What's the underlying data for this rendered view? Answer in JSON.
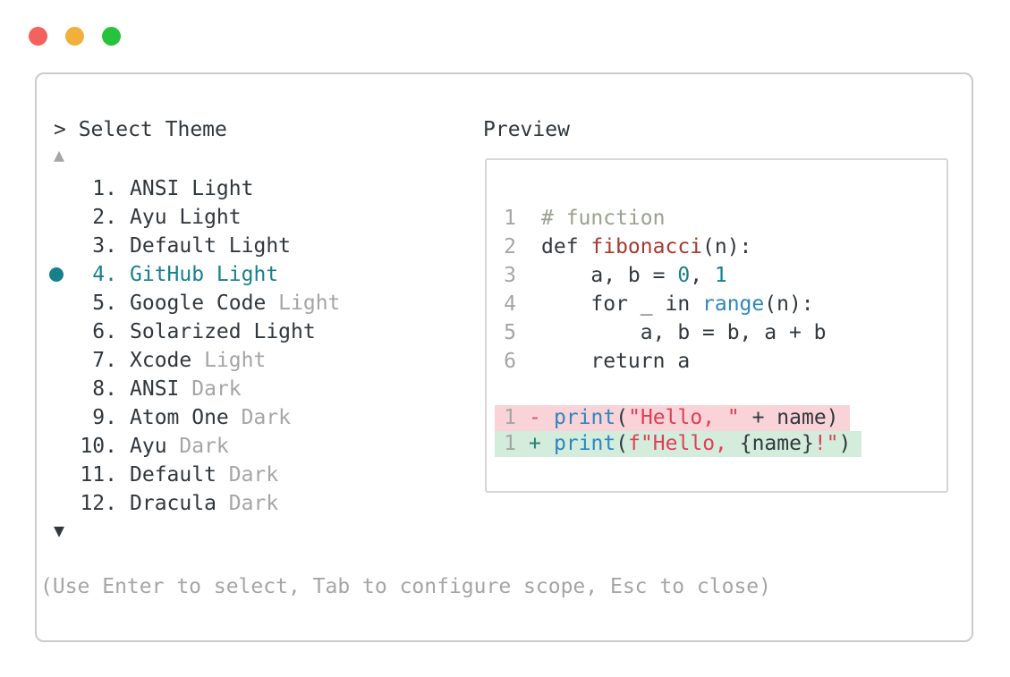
{
  "colors": {
    "text": "#31373c",
    "muted": "#a5a5a5",
    "selected": "#16808d",
    "panel_border": "#cbcbcb",
    "preview_border": "#d6d6d6",
    "traffic_red": "#f4615e",
    "traffic_yellow": "#f0b03b",
    "traffic_green": "#28c33d",
    "code_text": "#32383e",
    "comment": "#9aa18f",
    "function_name": "#a6392f",
    "number_literal": "#16808d",
    "builtin": "#2e86c1",
    "string": "#e23e57",
    "removed_sign": "#e25063",
    "added_sign": "#1f8272",
    "removed_bg": "#f9d3d7",
    "added_bg": "#d3ecdc",
    "line_number": "#a5a5a5"
  },
  "window": {
    "controls": [
      "close",
      "minimize",
      "zoom"
    ]
  },
  "theme_picker": {
    "prompt": "> Select Theme",
    "scroll_up_icon": "▲",
    "scroll_down_icon": "▼",
    "footer_hint": "(Use Enter to select, Tab to configure scope, Esc to close)",
    "items": [
      {
        "number": "1.",
        "main": "ANSI Light",
        "suffix": "",
        "selected": false
      },
      {
        "number": "2.",
        "main": "Ayu Light",
        "suffix": "",
        "selected": false
      },
      {
        "number": "3.",
        "main": "Default Light",
        "suffix": "",
        "selected": false
      },
      {
        "number": "4.",
        "main": "GitHub Light",
        "suffix": "",
        "selected": true
      },
      {
        "number": "5.",
        "main": "Google Code",
        "suffix": "Light",
        "selected": false
      },
      {
        "number": "6.",
        "main": "Solarized Light",
        "suffix": "",
        "selected": false
      },
      {
        "number": "7.",
        "main": "Xcode",
        "suffix": "Light",
        "selected": false
      },
      {
        "number": "8.",
        "main": "ANSI",
        "suffix": "Dark",
        "selected": false
      },
      {
        "number": "9.",
        "main": "Atom One",
        "suffix": "Dark",
        "selected": false
      },
      {
        "number": "10.",
        "main": "Ayu",
        "suffix": "Dark",
        "selected": false
      },
      {
        "number": "11.",
        "main": "Default",
        "suffix": "Dark",
        "selected": false
      },
      {
        "number": "12.",
        "main": "Dracula",
        "suffix": "Dark",
        "selected": false
      }
    ]
  },
  "preview": {
    "title": "Preview",
    "code_lines": [
      {
        "num": "1",
        "tokens": [
          {
            "t": "# function",
            "c": "comment"
          }
        ]
      },
      {
        "num": "2",
        "tokens": [
          {
            "t": "def ",
            "c": "code"
          },
          {
            "t": "fibonacci",
            "c": "func"
          },
          {
            "t": "(n):",
            "c": "code"
          }
        ]
      },
      {
        "num": "3",
        "tokens": [
          {
            "t": "    a, b = ",
            "c": "code"
          },
          {
            "t": "0",
            "c": "num"
          },
          {
            "t": ", ",
            "c": "code"
          },
          {
            "t": "1",
            "c": "num"
          }
        ]
      },
      {
        "num": "4",
        "tokens": [
          {
            "t": "    for _ in ",
            "c": "code"
          },
          {
            "t": "range",
            "c": "builtin"
          },
          {
            "t": "(n):",
            "c": "code"
          }
        ]
      },
      {
        "num": "5",
        "tokens": [
          {
            "t": "        a, b = b, a + b",
            "c": "code"
          }
        ]
      },
      {
        "num": "6",
        "tokens": [
          {
            "t": "    return a",
            "c": "code"
          }
        ]
      }
    ],
    "diff_lines": [
      {
        "num": "1",
        "type": "removed",
        "sign": "-",
        "sign_color": "removed_sign",
        "tokens": [
          {
            "t": "print",
            "c": "builtin"
          },
          {
            "t": "(",
            "c": "code"
          },
          {
            "t": "\"Hello, \"",
            "c": "string"
          },
          {
            "t": " + name)",
            "c": "code"
          }
        ]
      },
      {
        "num": "1",
        "type": "added",
        "sign": "+",
        "sign_color": "added_sign",
        "tokens": [
          {
            "t": "print",
            "c": "builtin"
          },
          {
            "t": "(",
            "c": "code"
          },
          {
            "t": "f\"Hello, ",
            "c": "string"
          },
          {
            "t": "{name}",
            "c": "code"
          },
          {
            "t": "!\"",
            "c": "string"
          },
          {
            "t": ")",
            "c": "code"
          }
        ]
      }
    ]
  }
}
